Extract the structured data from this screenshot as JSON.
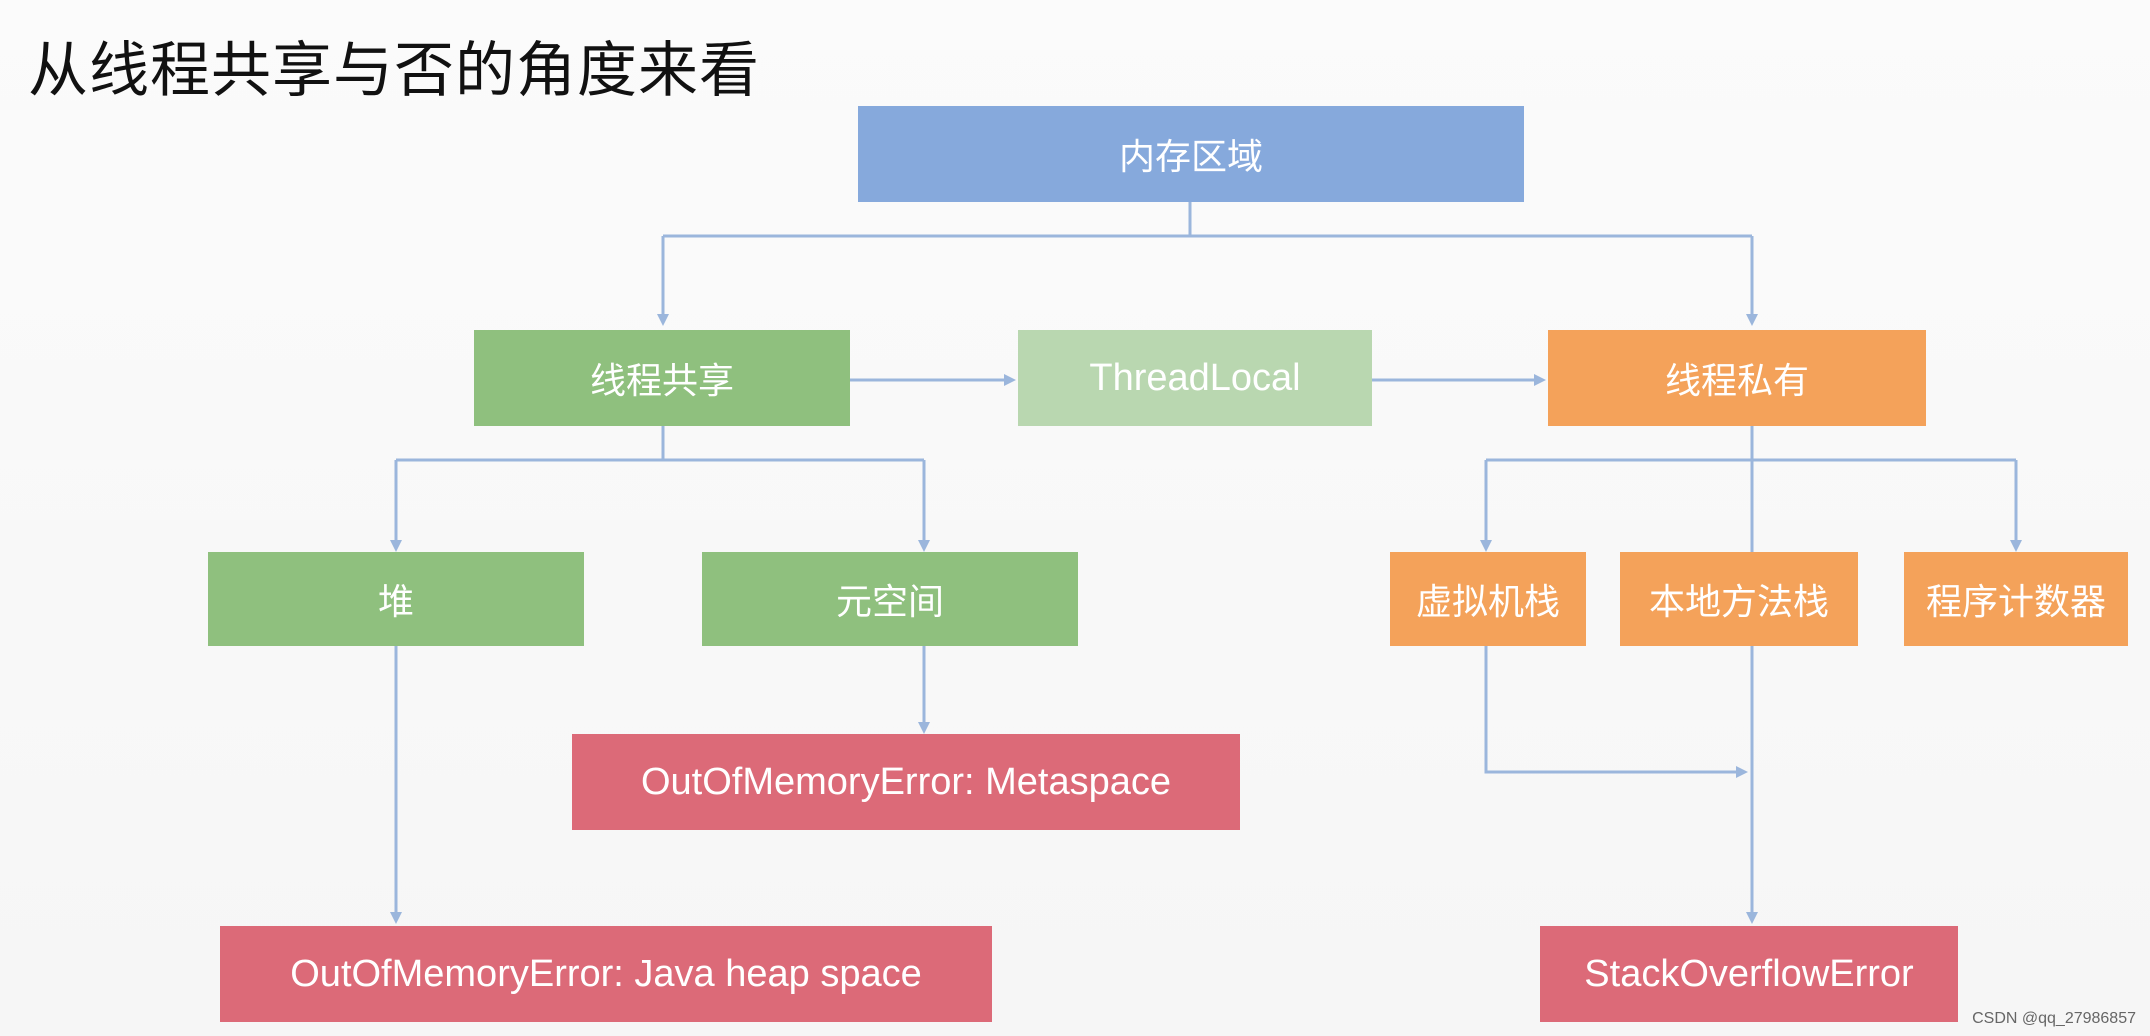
{
  "title": "从线程共享与否的角度来看",
  "nodes": {
    "memory_area": "内存区域",
    "thread_shared": "线程共享",
    "thread_local": "ThreadLocal",
    "thread_private": "线程私有",
    "heap": "堆",
    "metaspace": "元空间",
    "vm_stack": "虚拟机栈",
    "native_method_stack": "本地方法栈",
    "program_counter": "程序计数器",
    "oom_metaspace": "OutOfMemoryError: Metaspace",
    "oom_heap": "OutOfMemoryError: Java heap space",
    "stack_overflow": "StackOverflowError"
  },
  "colors": {
    "root": "#86a9dc",
    "shared": "#8fc07e",
    "threadlocal": "#b9d7b0",
    "private": "#f4a25a",
    "error": "#dc6a78",
    "connector": "#9bb6dc"
  },
  "watermark": "CSDN @qq_27986857"
}
